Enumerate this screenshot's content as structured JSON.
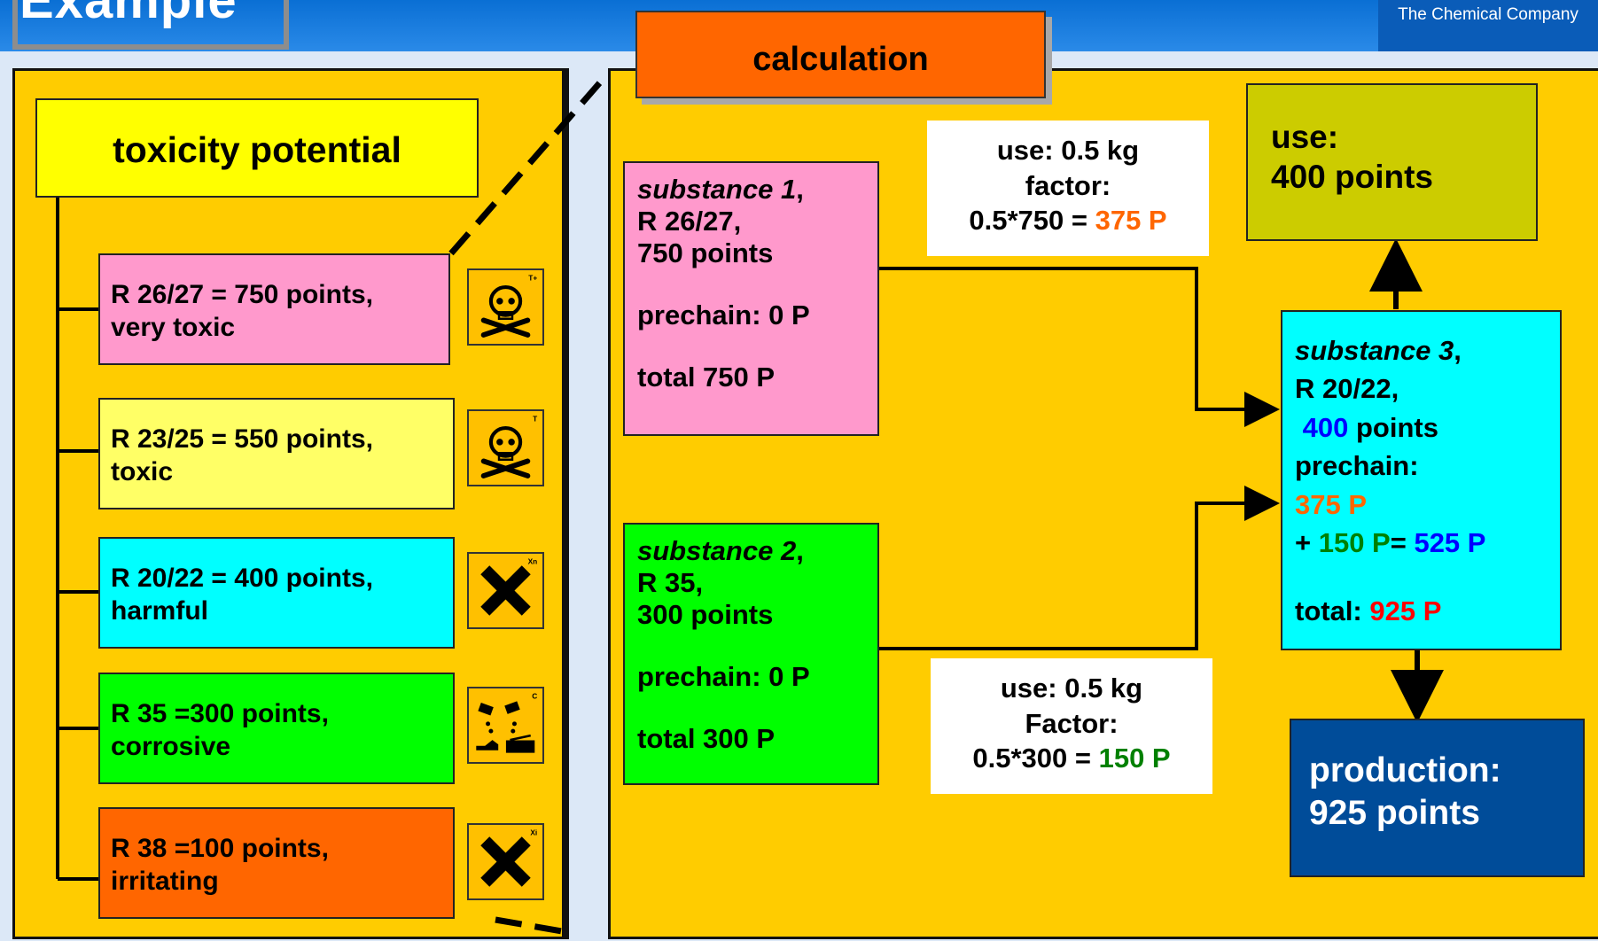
{
  "header": {
    "title": "Example",
    "company": "The Chemical Company"
  },
  "left": {
    "title": "toxicity potential",
    "items": [
      {
        "line1": "R 26/27 = 750 points,",
        "line2": "very toxic",
        "color": "#ff99cc",
        "icon": "skull-crossbones-icon",
        "icon_code": "T+"
      },
      {
        "line1": "R 23/25 = 550 points,",
        "line2": "toxic",
        "color": "#ffff66",
        "icon": "skull-crossbones-icon",
        "icon_code": "T"
      },
      {
        "line1": "R 20/22 = 400 points,",
        "line2": "harmful",
        "color": "#00ffff",
        "icon": "x-cross-icon",
        "icon_code": "Xn"
      },
      {
        "line1": "R 35 =300 points,",
        "line2": "corrosive",
        "color": "#00ff00",
        "icon": "corrosive-icon",
        "icon_code": "C"
      },
      {
        "line1": "R 38 =100 points,",
        "line2": "irritating",
        "color": "#ff6600",
        "icon": "x-cross-icon",
        "icon_code": "Xi"
      }
    ]
  },
  "calc": {
    "title": "calculation",
    "substance1": {
      "name": "substance 1",
      "comma": ",",
      "r": "R 26/27,",
      "points": "750 points",
      "prechain": "prechain: 0 P",
      "total": "total 750 P"
    },
    "substance2": {
      "name": "substance 2",
      "comma": ",",
      "r": "R 35,",
      "points": "300 points",
      "prechain": "prechain:  0 P",
      "total": "total 300 P"
    },
    "use1": {
      "line1": "use: 0.5 kg",
      "line2": "factor:",
      "expr": "0.5*750 = ",
      "result": "375 P"
    },
    "use2": {
      "line1": "use: 0.5 kg",
      "line2": "Factor:",
      "expr": "0.5*300 = ",
      "result": "150 P"
    },
    "use_result": {
      "line1": "use:",
      "line2": "400 points"
    },
    "substance3": {
      "name": "substance 3",
      "comma": ",",
      "r": "R 20/22,",
      "points_value": "400",
      "points_label": " points",
      "prechain": "prechain:",
      "prechain_value": "375 P",
      "plus": "+ ",
      "plus_value": "150 P",
      "equals": "= ",
      "sum_value": "525 P",
      "total_label": "total: ",
      "total_value": "925 P"
    },
    "production": {
      "line1": "production:",
      "line2": "925 points"
    }
  },
  "colors": {
    "panel": "#ffcc00",
    "use_box": "#cccc00",
    "substance1": "#ff99cc",
    "substance2": "#00ff00",
    "substance3": "#00ffff",
    "production": "#004c99"
  }
}
